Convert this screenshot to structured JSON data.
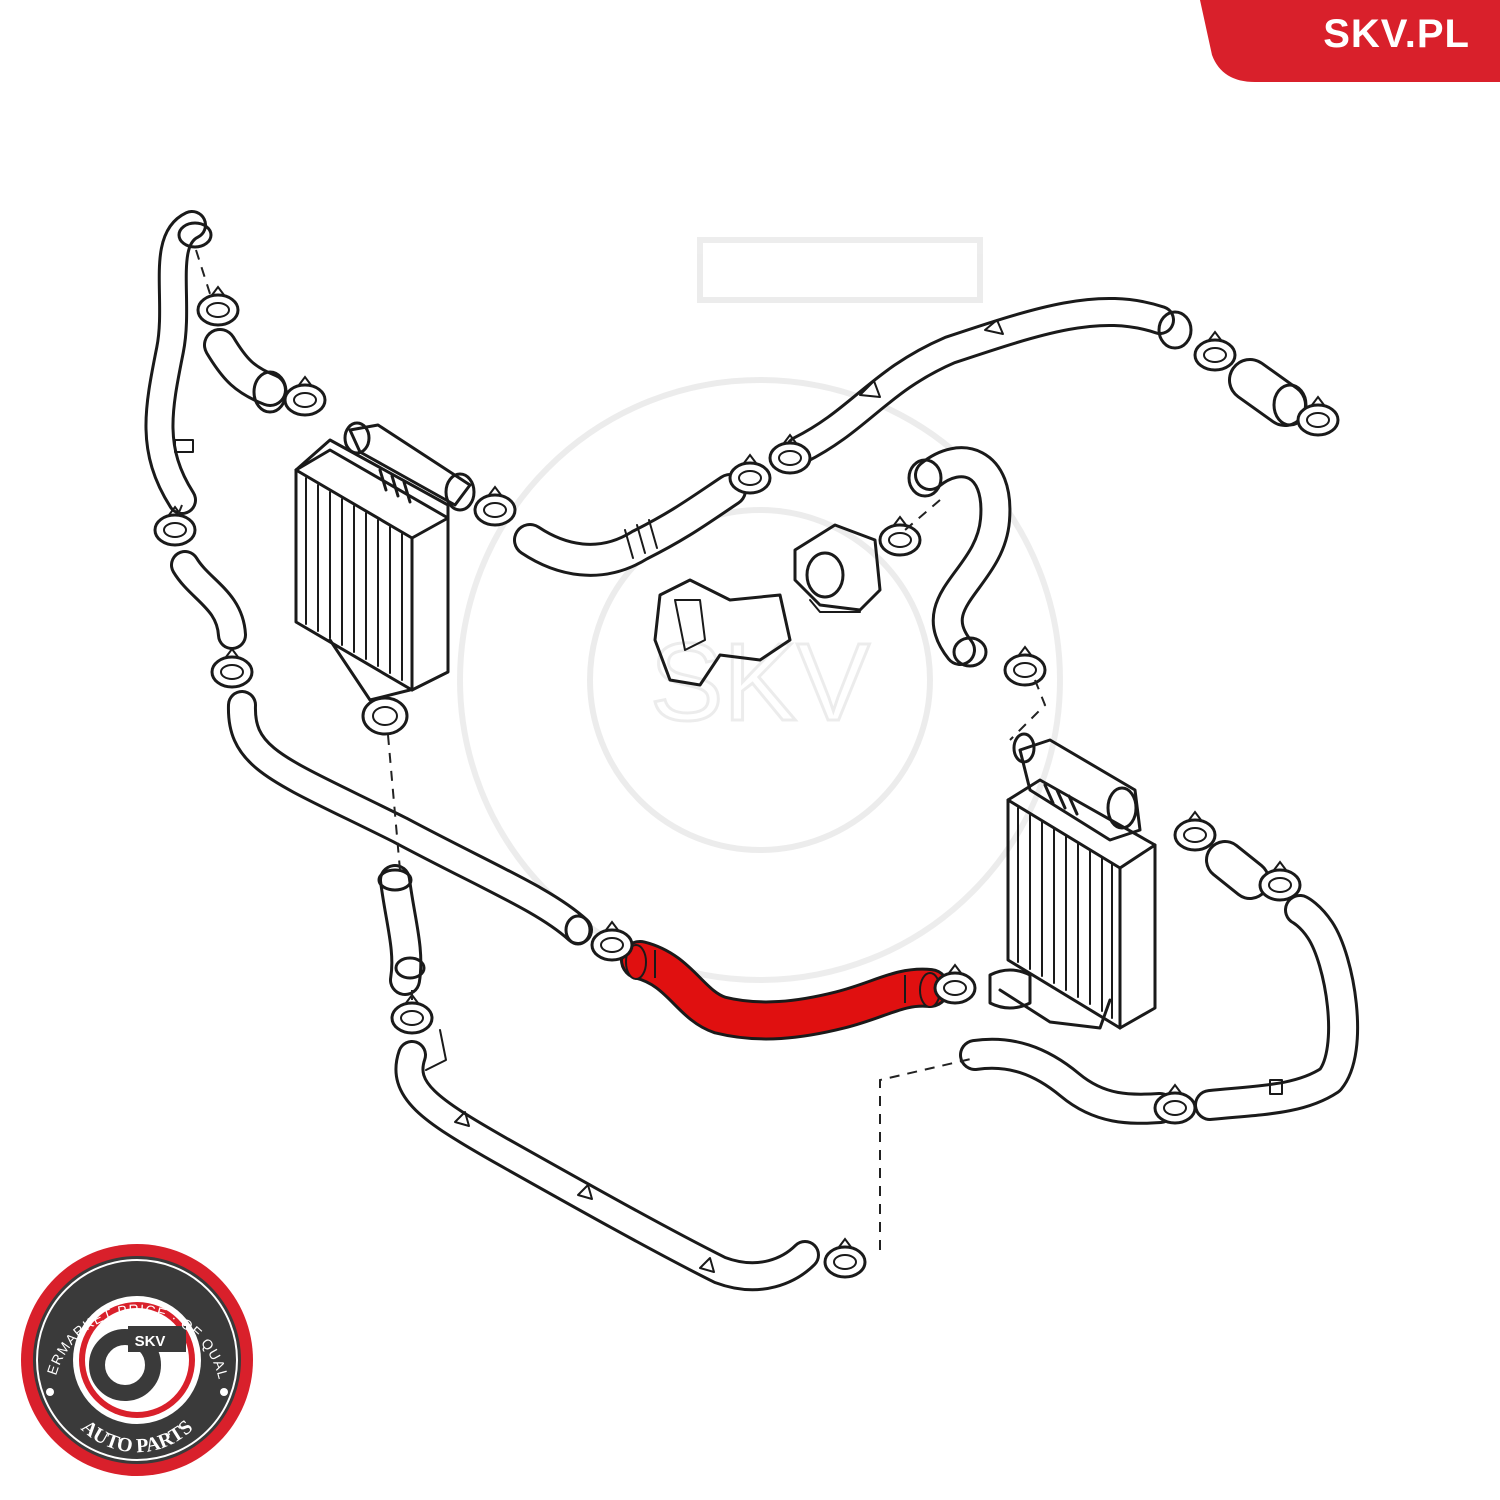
{
  "brand": {
    "site_label": "SKV.PL",
    "seal_top_text": "AFTERMARKET PRICE · OE QUALITY",
    "seal_bottom_text": "AUTO PARTS",
    "seal_center_text": "SKV",
    "accent_color": "#d9202b",
    "highlight_color": "#e01010"
  },
  "diagram": {
    "highlighted_part": "intercooler-connecting-hose"
  }
}
